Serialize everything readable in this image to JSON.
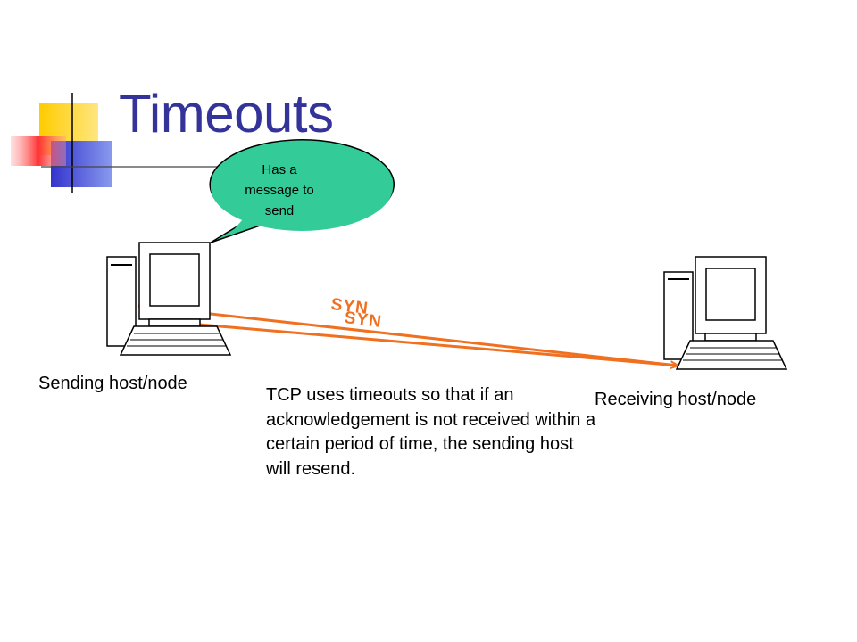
{
  "slide": {
    "title": "Timeouts",
    "bubble_text": "Has a message to send",
    "sender_label": "Sending host/node",
    "receiver_label": "Receiving host/node",
    "explanation": "TCP uses timeouts so that if an acknowledgement is not received within a certain period of time, the sending host will resend.",
    "syn_label_1": "SYN",
    "syn_label_2": "SYN"
  },
  "colors": {
    "title": "#333399",
    "arrow": "#f07020",
    "bubble": "#33cc99",
    "deco_yellow": "#ffcc00",
    "deco_blue": "#3333cc",
    "deco_red": "#ff3333"
  },
  "icons": [
    "computer-icon-sender",
    "computer-icon-receiver",
    "speech-bubble"
  ]
}
